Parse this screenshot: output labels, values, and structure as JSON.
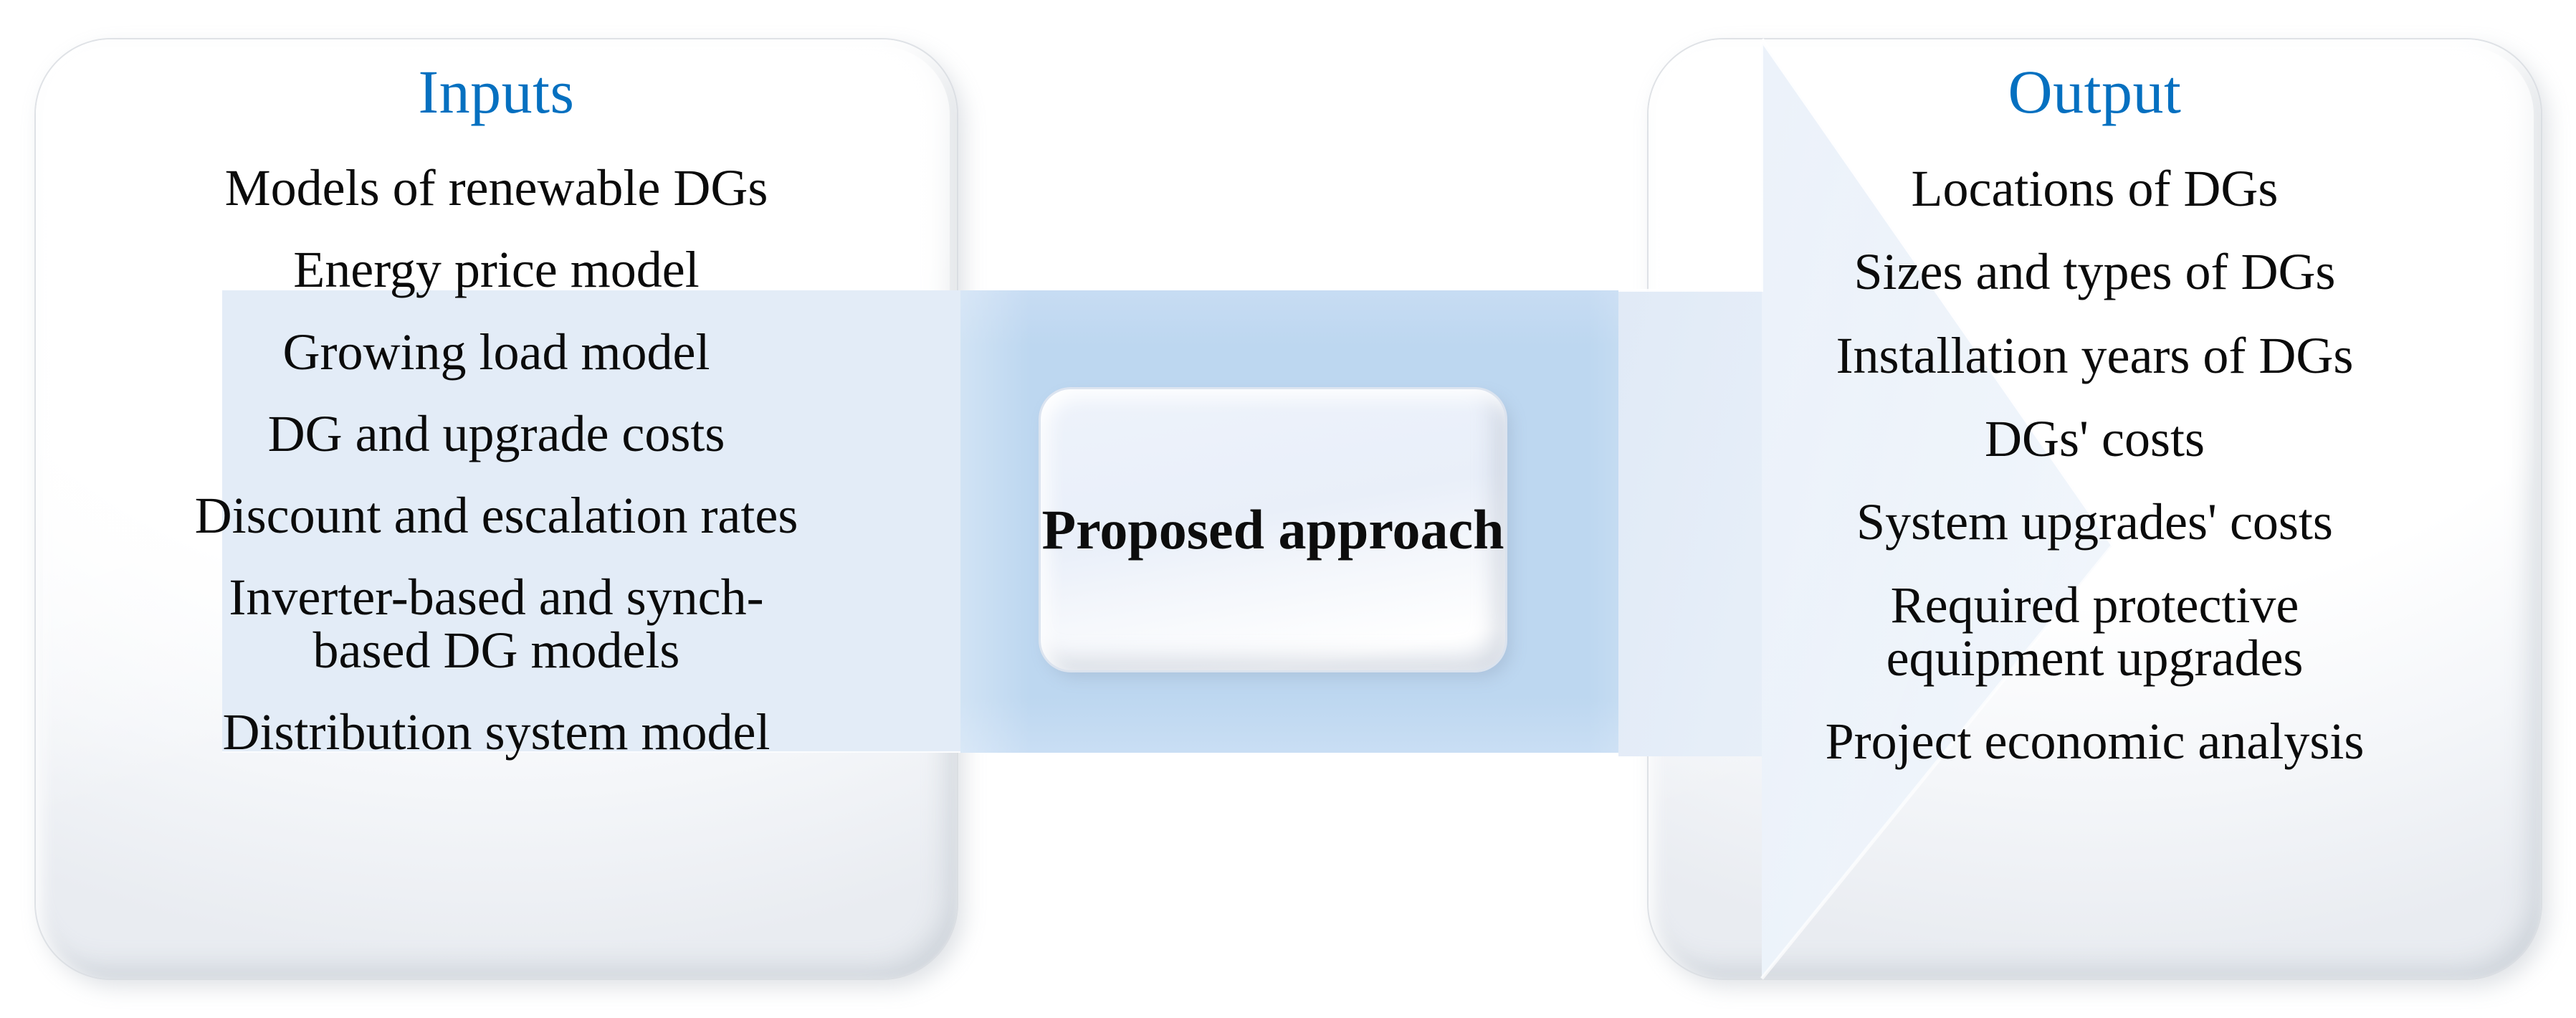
{
  "diagram": {
    "title": "Proposed approach inputs and output block diagram",
    "colors": {
      "heading_blue": "#0570C0",
      "centre_band_blue": "#BDD7F0",
      "wash_blue": "#E3ECF7",
      "arrow_blue": "#E7EFF9",
      "text_black": "#0B0B0B",
      "panel_white": "#FFFFFF"
    }
  },
  "left_panel": {
    "heading": "Inputs",
    "items": [
      "Models of renewable DGs",
      "Energy price model",
      "Growing load model",
      "DG and upgrade costs",
      "Discount and escalation rates",
      "Inverter-based and synch-\nbased DG models",
      "Distribution system model"
    ]
  },
  "centre": {
    "label": "Proposed\napproach"
  },
  "right_panel": {
    "heading": "Output",
    "items": [
      "Locations of DGs",
      "Sizes and types of DGs",
      "Installation years of DGs",
      "DGs' costs",
      "System upgrades' costs",
      "Required protective\nequipment upgrades",
      "Project economic analysis"
    ]
  }
}
